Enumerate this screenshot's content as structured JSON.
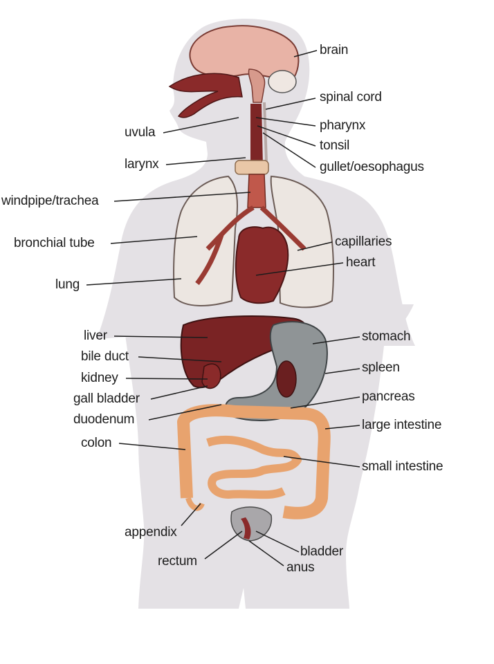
{
  "colors": {
    "background": "#ffffff",
    "body_silhouette": "#e4e1e5",
    "brain": "#e8b3a6",
    "lung": "#ece6e1",
    "heart_liver": "#8a2a2a",
    "stomach": "#8f9496",
    "intestine": "#e8a36e",
    "kidney": "#6a1f20",
    "leader_line": "#1c1c1c"
  },
  "labels": {
    "brain": "brain",
    "spinal_cord": "spinal cord",
    "pharynx": "pharynx",
    "tonsil": "tonsil",
    "gullet": "gullet/oesophagus",
    "uvula": "uvula",
    "larynx": "larynx",
    "windpipe": "windpipe/trachea",
    "bronchial_tube": "bronchial tube",
    "capillaries": "capillaries",
    "heart": "heart",
    "lung": "lung",
    "liver": "liver",
    "stomach": "stomach",
    "bile_duct": "bile duct",
    "spleen": "spleen",
    "kidney": "kidney",
    "gall_bladder": "gall bladder",
    "pancreas": "pancreas",
    "duodenum": "duodenum",
    "large_intestine": "large intestine",
    "colon": "colon",
    "small_intestine": "small intestine",
    "appendix": "appendix",
    "bladder": "bladder",
    "rectum": "rectum",
    "anus": "anus"
  }
}
